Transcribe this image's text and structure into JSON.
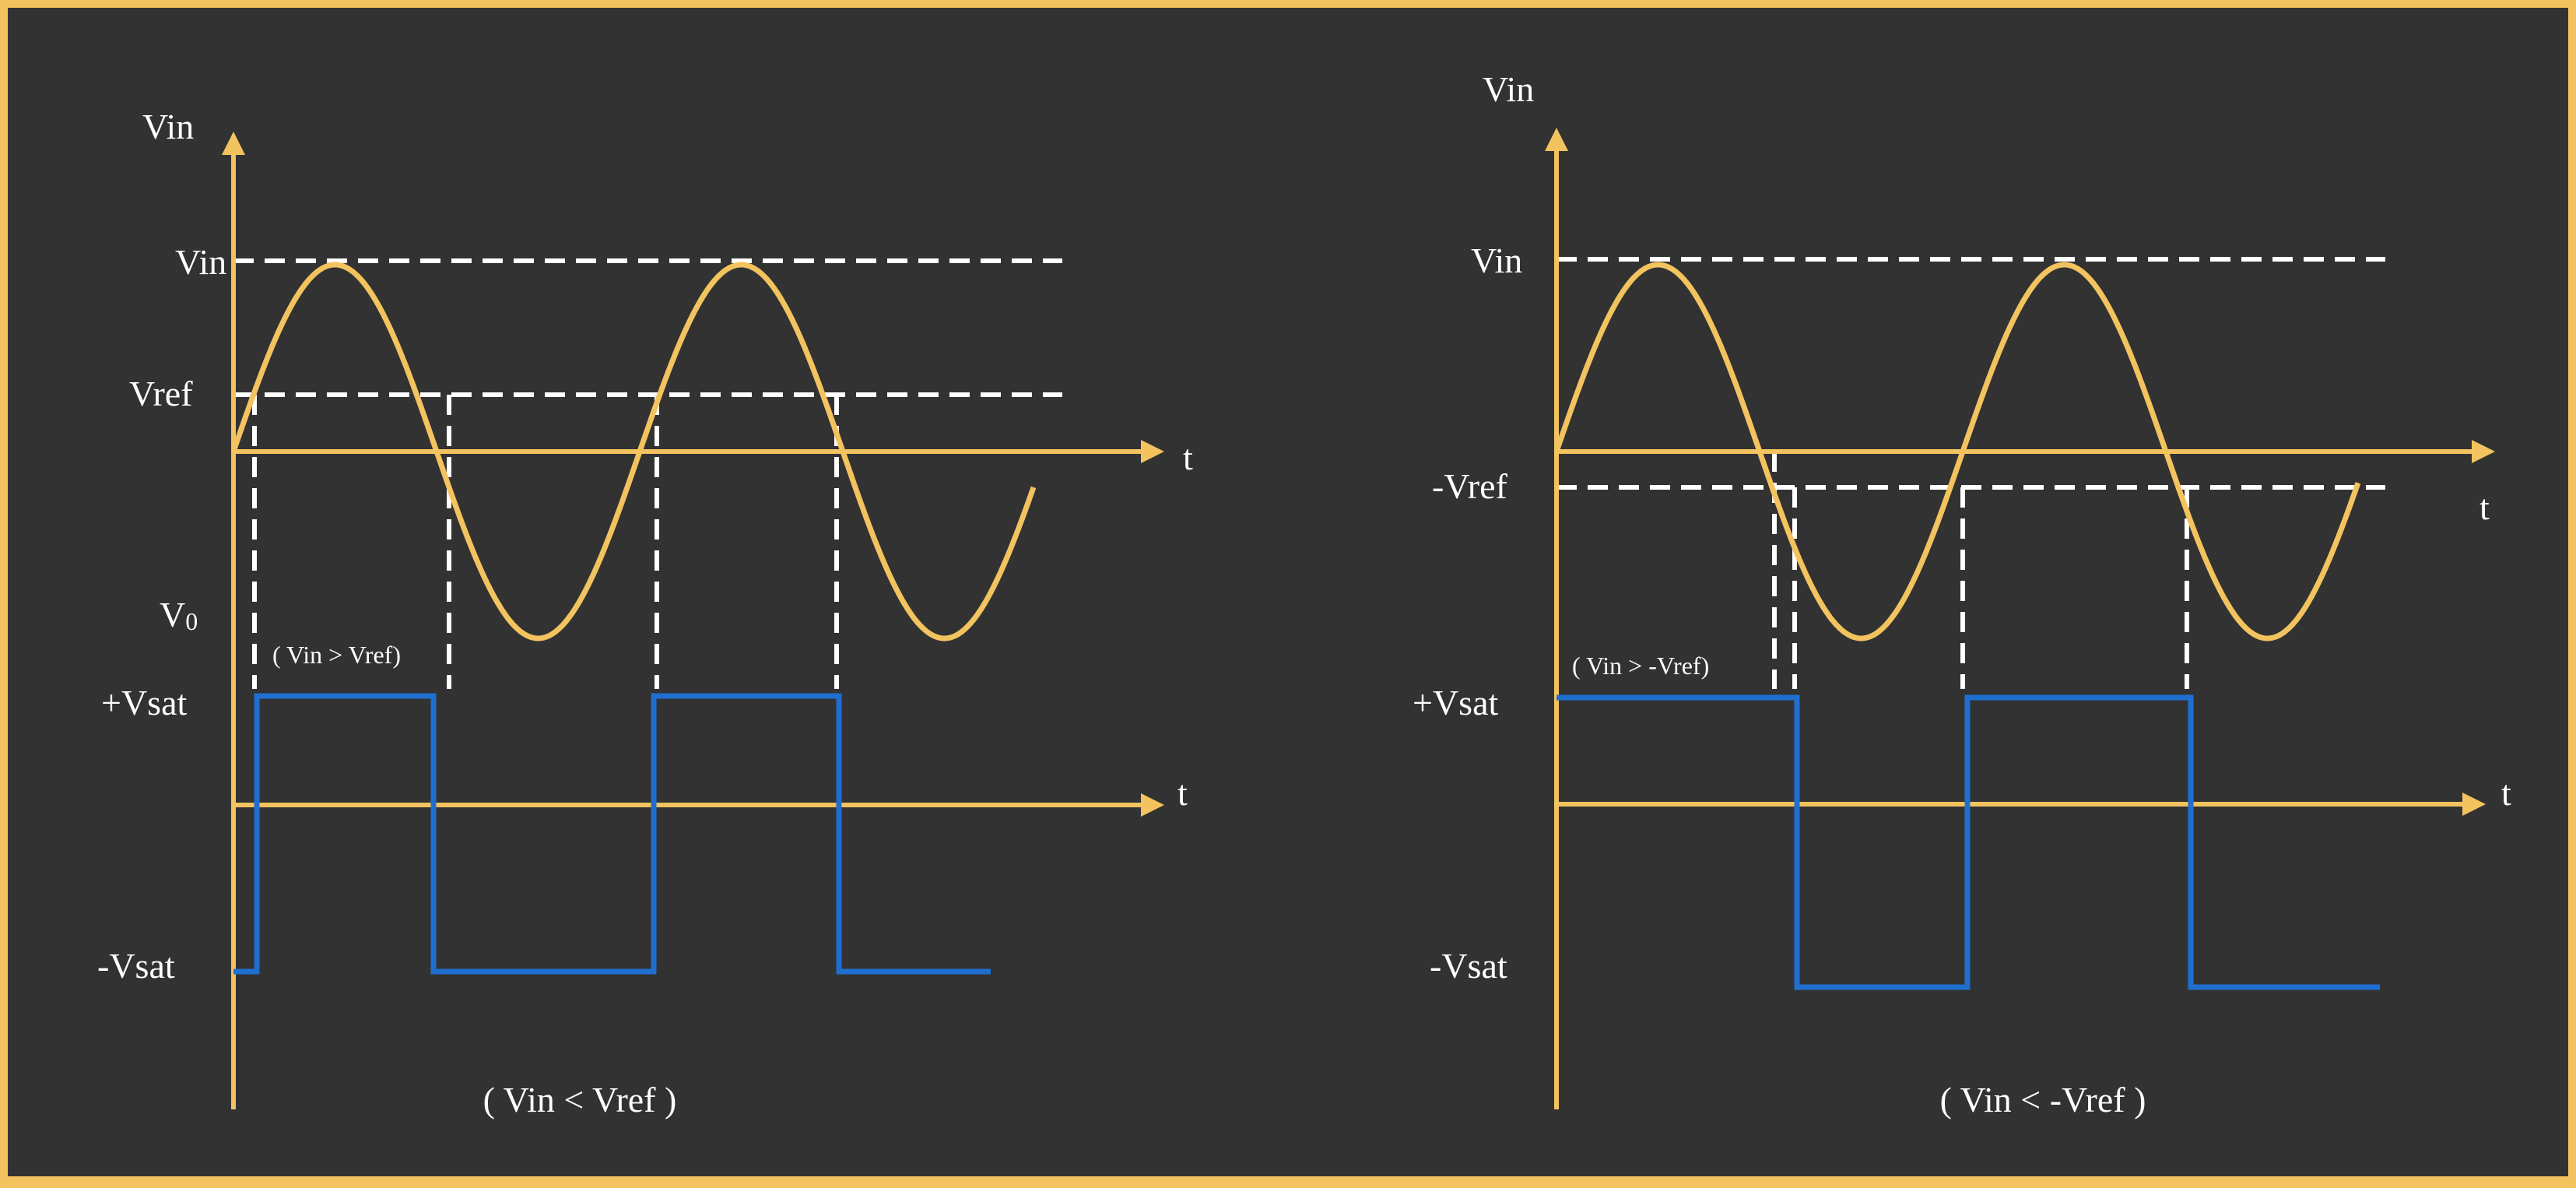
{
  "colors": {
    "frame": "#f2c35e",
    "background": "#323232",
    "axis": "#f2c35e",
    "input_wave": "#f2c35e",
    "output_wave": "#1f6fd1",
    "reference_line": "#ffffff",
    "text": "#ffffff"
  },
  "panels": [
    {
      "id": "left",
      "y_axis_label": "Vin",
      "t_label": "t",
      "vin_label": "Vin",
      "vref_label": "Vref",
      "vo_label": "V",
      "vo_subscript": "0",
      "vsat_pos_label": "+Vsat",
      "vsat_neg_label": "-Vsat",
      "t2_label": "t",
      "annotation": "( Vin > Vref)",
      "caption": "( Vin < Vref )"
    },
    {
      "id": "right",
      "y_axis_label": "Vin",
      "t_label": "t",
      "vin_label": "Vin",
      "vref_label": "-Vref",
      "vsat_pos_label": "+Vsat",
      "vsat_neg_label": "-Vsat",
      "t2_label": "t",
      "annotation": "( Vin >  -Vref)",
      "caption": "( Vin <  -Vref )"
    }
  ]
}
